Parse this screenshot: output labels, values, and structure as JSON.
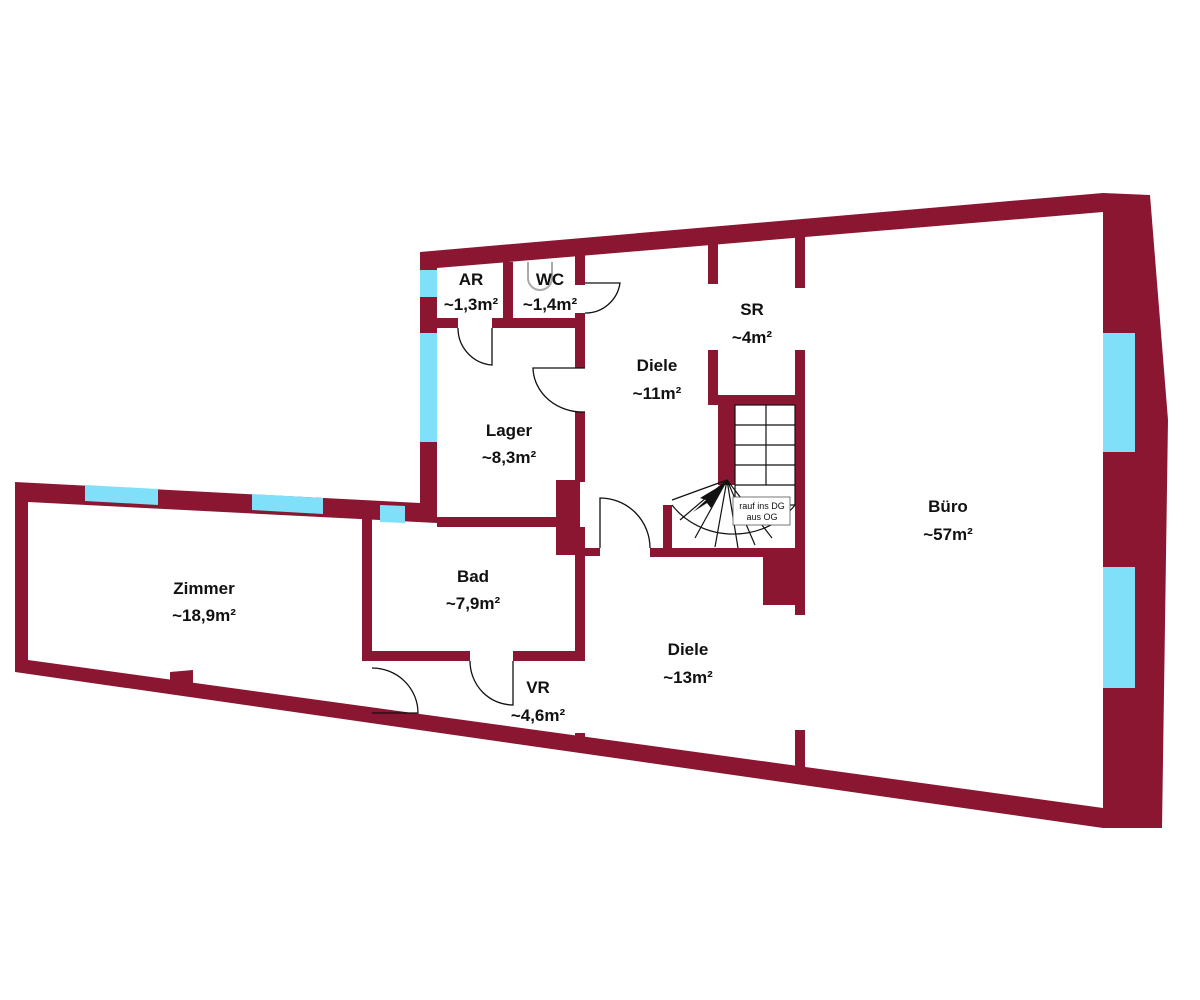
{
  "colors": {
    "wall": "#8b1632",
    "window": "#80e0fa",
    "floor": "#ffffff"
  },
  "rooms": [
    {
      "id": "ar",
      "name": "AR",
      "area": "~1,3m²"
    },
    {
      "id": "wc",
      "name": "WC",
      "area": "~1,4m²"
    },
    {
      "id": "sr",
      "name": "SR",
      "area": "~4m²"
    },
    {
      "id": "diele-upper",
      "name": "Diele",
      "area": "~11m²"
    },
    {
      "id": "lager",
      "name": "Lager",
      "area": "~8,3m²"
    },
    {
      "id": "buero",
      "name": "Büro",
      "area": "~57m²"
    },
    {
      "id": "zimmer",
      "name": "Zimmer",
      "area": "~18,9m²"
    },
    {
      "id": "bad",
      "name": "Bad",
      "area": "~7,9m²"
    },
    {
      "id": "diele-lower",
      "name": "Diele",
      "area": "~13m²"
    },
    {
      "id": "vr",
      "name": "VR",
      "area": "~4,6m²"
    }
  ],
  "stairs_note": {
    "line1": "rauf ins DG",
    "line2": "aus OG"
  }
}
